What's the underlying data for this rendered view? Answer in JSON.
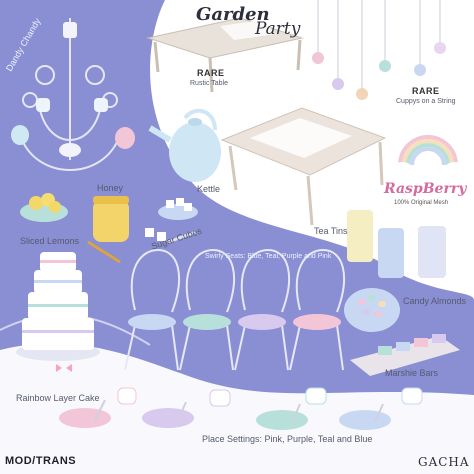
{
  "title": {
    "line1": "Garden",
    "line2": "Party"
  },
  "labels": {
    "dandy": "Dandy Chandy",
    "honey": "Honey",
    "lemons": "Sliced Lemons",
    "sugar": "Sugar Cubes",
    "kettle": "Kettle",
    "rustic_rare": "RARE",
    "rustic": "Rustic Table",
    "cuppy_rare": "RARE",
    "cuppy": "Cuppys on a String",
    "tea_tins": "Tea Tins",
    "candy_almonds": "Candy Almonds",
    "marshie": "Marshie Bars",
    "swirly": "Swirly Seats: Blue, Teal, Purple and Pink",
    "cake": "Rainbow Layer Cake",
    "place": "Place Settings: Pink, Purple, Teal and Blue"
  },
  "brand": {
    "name": "RaspBerry",
    "tagline": "100% Original Mesh"
  },
  "footer": {
    "left": "MOD/TRANS",
    "right": "GACHA"
  },
  "colors": {
    "lavender": "#8a8fd4",
    "white": "#ffffff",
    "pink": "#f2c6d6",
    "teal": "#b8e0da",
    "blue": "#c9d8f2",
    "purple": "#d8c9ee"
  }
}
